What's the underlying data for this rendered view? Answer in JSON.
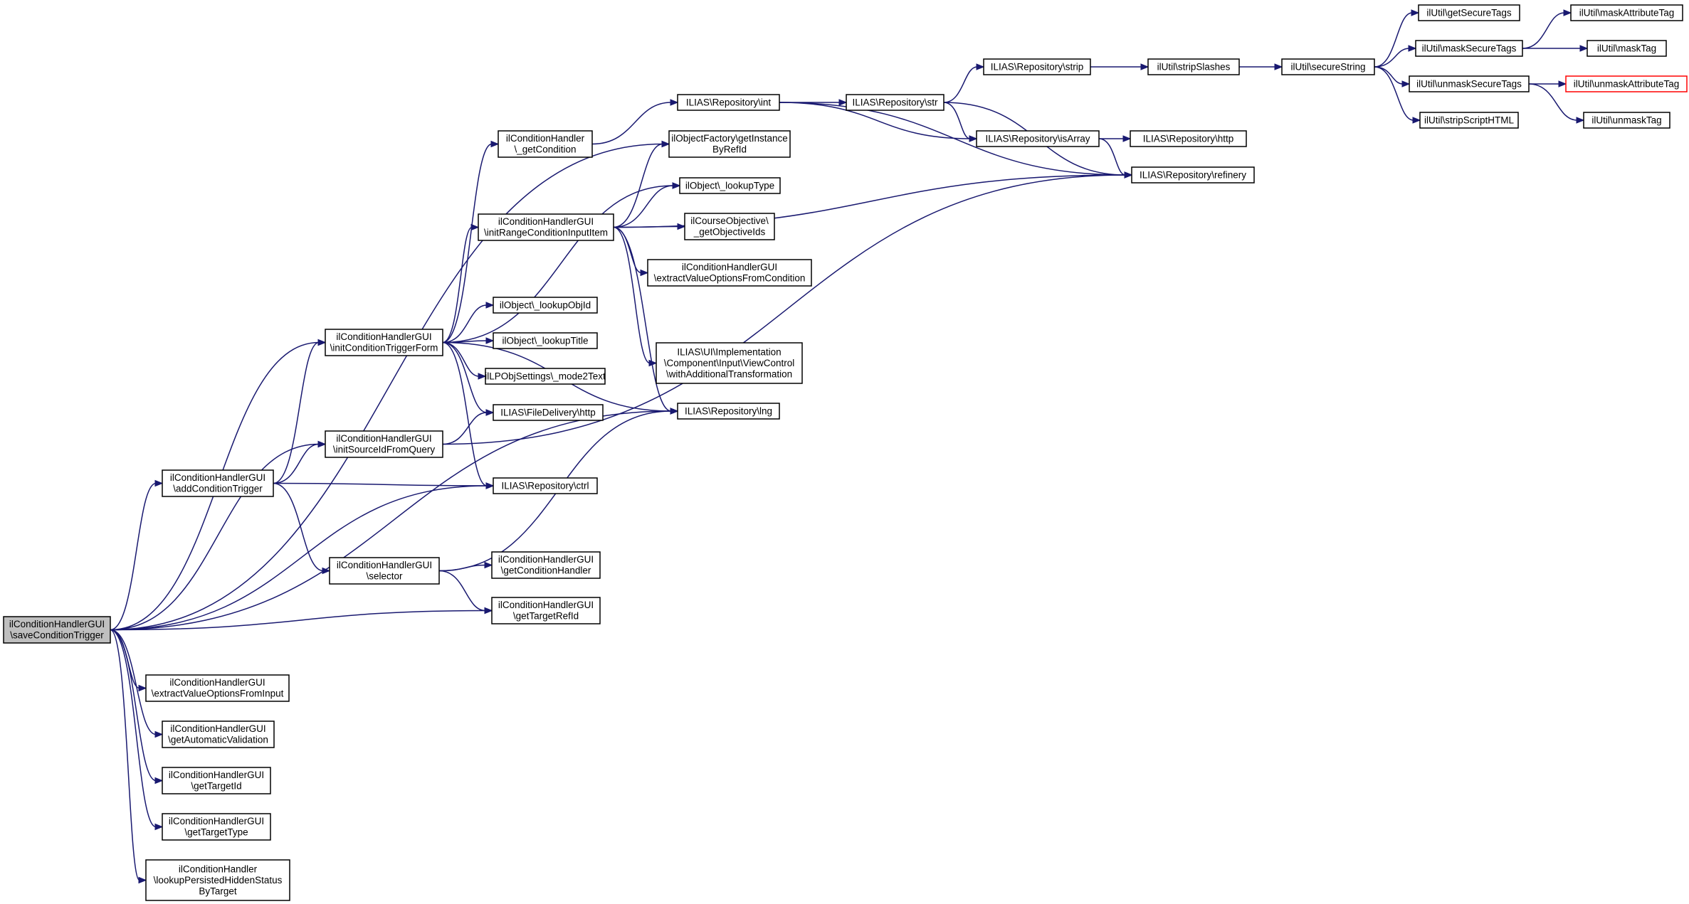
{
  "colors": {
    "edge": "#191970",
    "node_border": "#000000",
    "root_fill": "#bfbfbf",
    "truncated_border": "#ff0000",
    "background": "#ffffff"
  },
  "nodes": [
    {
      "id": "root",
      "lines": [
        "ilConditionHandlerGUI",
        "\\saveConditionTrigger"
      ],
      "style": "root"
    },
    {
      "id": "initForm",
      "lines": [
        "ilConditionHandlerGUI",
        "\\initConditionTriggerForm"
      ]
    },
    {
      "id": "initSource",
      "lines": [
        "ilConditionHandlerGUI",
        "\\initSourceIdFromQuery"
      ]
    },
    {
      "id": "addTrigger",
      "lines": [
        "ilConditionHandlerGUI",
        "\\addConditionTrigger"
      ]
    },
    {
      "id": "selector",
      "lines": [
        "ilConditionHandlerGUI",
        "\\selector"
      ]
    },
    {
      "id": "extractInput",
      "lines": [
        "ilConditionHandlerGUI",
        "\\extractValueOptionsFromInput"
      ]
    },
    {
      "id": "autoVal",
      "lines": [
        "ilConditionHandlerGUI",
        "\\getAutomaticValidation"
      ]
    },
    {
      "id": "targetId",
      "lines": [
        "ilConditionHandlerGUI",
        "\\getTargetId"
      ]
    },
    {
      "id": "targetType",
      "lines": [
        "ilConditionHandlerGUI",
        "\\getTargetType"
      ]
    },
    {
      "id": "lookupHidden",
      "lines": [
        "ilConditionHandler",
        "\\lookupPersistedHiddenStatus",
        "ByTarget"
      ]
    },
    {
      "id": "getCond",
      "lines": [
        "ilConditionHandler",
        "\\_getCondition"
      ]
    },
    {
      "id": "initRange",
      "lines": [
        "ilConditionHandlerGUI",
        "\\initRangeConditionInputItem"
      ]
    },
    {
      "id": "lookupObjId",
      "lines": [
        "ilObject\\_lookupObjId"
      ]
    },
    {
      "id": "lookupTitle",
      "lines": [
        "ilObject\\_lookupTitle"
      ]
    },
    {
      "id": "mode2Text",
      "lines": [
        "ilLPObjSettings\\_mode2Text"
      ]
    },
    {
      "id": "fdHttp",
      "lines": [
        "ILIAS\\FileDelivery\\http"
      ]
    },
    {
      "id": "ctrl",
      "lines": [
        "ILIAS\\Repository\\ctrl"
      ]
    },
    {
      "id": "getCondHandler",
      "lines": [
        "ilConditionHandlerGUI",
        "\\getConditionHandler"
      ]
    },
    {
      "id": "getTargetRefId",
      "lines": [
        "ilConditionHandlerGUI",
        "\\getTargetRefId"
      ]
    },
    {
      "id": "repoInt",
      "lines": [
        "ILIAS\\Repository\\int"
      ]
    },
    {
      "id": "getInstance",
      "lines": [
        "ilObjectFactory\\getInstance",
        "ByRefId"
      ]
    },
    {
      "id": "lookupType",
      "lines": [
        "ilObject\\_lookupType"
      ]
    },
    {
      "id": "objIds",
      "lines": [
        "ilCourseObjective\\",
        "_getObjectiveIds"
      ]
    },
    {
      "id": "extractCond",
      "lines": [
        "ilConditionHandlerGUI",
        "\\extractValueOptionsFromCondition"
      ]
    },
    {
      "id": "uiImpl",
      "lines": [
        "ILIAS\\UI\\Implementation",
        "\\Component\\Input\\ViewControl",
        "\\withAdditionalTransformation"
      ]
    },
    {
      "id": "lng",
      "lines": [
        "ILIAS\\Repository\\lng"
      ]
    },
    {
      "id": "repoStr",
      "lines": [
        "ILIAS\\Repository\\str"
      ]
    },
    {
      "id": "repoStrip",
      "lines": [
        "ILIAS\\Repository\\strip"
      ]
    },
    {
      "id": "isArray",
      "lines": [
        "ILIAS\\Repository\\isArray"
      ]
    },
    {
      "id": "stripSlashes",
      "lines": [
        "ilUtil\\stripSlashes"
      ]
    },
    {
      "id": "repoHttp",
      "lines": [
        "ILIAS\\Repository\\http"
      ]
    },
    {
      "id": "refinery",
      "lines": [
        "ILIAS\\Repository\\refinery"
      ]
    },
    {
      "id": "secureString",
      "lines": [
        "ilUtil\\secureString"
      ]
    },
    {
      "id": "getSecureTags",
      "lines": [
        "ilUtil\\getSecureTags"
      ]
    },
    {
      "id": "maskSecureTags",
      "lines": [
        "ilUtil\\maskSecureTags"
      ]
    },
    {
      "id": "unmaskSecureTags",
      "lines": [
        "ilUtil\\unmaskSecureTags"
      ]
    },
    {
      "id": "stripScript",
      "lines": [
        "ilUtil\\stripScriptHTML"
      ]
    },
    {
      "id": "maskAttr",
      "lines": [
        "ilUtil\\maskAttributeTag"
      ]
    },
    {
      "id": "maskTag",
      "lines": [
        "ilUtil\\maskTag"
      ]
    },
    {
      "id": "unmaskAttr",
      "lines": [
        "ilUtil\\unmaskAttributeTag"
      ],
      "style": "truncated"
    },
    {
      "id": "unmaskTag",
      "lines": [
        "ilUtil\\unmaskTag"
      ]
    }
  ],
  "edges": [
    [
      "root",
      "getInstance"
    ],
    [
      "root",
      "initForm"
    ],
    [
      "root",
      "initSource"
    ],
    [
      "root",
      "addTrigger"
    ],
    [
      "root",
      "ctrl"
    ],
    [
      "root",
      "getTargetRefId"
    ],
    [
      "root",
      "lng"
    ],
    [
      "root",
      "extractInput"
    ],
    [
      "root",
      "autoVal"
    ],
    [
      "root",
      "targetId"
    ],
    [
      "root",
      "targetType"
    ],
    [
      "root",
      "lookupHidden"
    ],
    [
      "initForm",
      "getCond"
    ],
    [
      "initForm",
      "lookupType"
    ],
    [
      "initForm",
      "initRange"
    ],
    [
      "initForm",
      "lng"
    ],
    [
      "initForm",
      "lookupObjId"
    ],
    [
      "initForm",
      "lookupTitle"
    ],
    [
      "initForm",
      "mode2Text"
    ],
    [
      "initForm",
      "fdHttp"
    ],
    [
      "initForm",
      "ctrl"
    ],
    [
      "initSource",
      "fdHttp"
    ],
    [
      "initSource",
      "refinery"
    ],
    [
      "addTrigger",
      "initForm"
    ],
    [
      "addTrigger",
      "initSource"
    ],
    [
      "addTrigger",
      "ctrl"
    ],
    [
      "addTrigger",
      "selector"
    ],
    [
      "selector",
      "lng"
    ],
    [
      "selector",
      "getCondHandler"
    ],
    [
      "selector",
      "getTargetRefId"
    ],
    [
      "getCond",
      "repoInt"
    ],
    [
      "initRange",
      "getInstance"
    ],
    [
      "initRange",
      "lookupType"
    ],
    [
      "initRange",
      "objIds"
    ],
    [
      "initRange",
      "extractCond"
    ],
    [
      "initRange",
      "uiImpl"
    ],
    [
      "initRange",
      "lng"
    ],
    [
      "initRange",
      "refinery"
    ],
    [
      "repoInt",
      "repoStr"
    ],
    [
      "repoInt",
      "isArray"
    ],
    [
      "repoInt",
      "refinery"
    ],
    [
      "repoStr",
      "repoStrip"
    ],
    [
      "repoStr",
      "isArray"
    ],
    [
      "repoStr",
      "refinery"
    ],
    [
      "repoStrip",
      "stripSlashes"
    ],
    [
      "stripSlashes",
      "secureString"
    ],
    [
      "isArray",
      "repoHttp"
    ],
    [
      "isArray",
      "refinery"
    ],
    [
      "secureString",
      "getSecureTags"
    ],
    [
      "secureString",
      "maskSecureTags"
    ],
    [
      "secureString",
      "unmaskSecureTags"
    ],
    [
      "secureString",
      "stripScript"
    ],
    [
      "maskSecureTags",
      "maskAttr"
    ],
    [
      "maskSecureTags",
      "maskTag"
    ],
    [
      "unmaskSecureTags",
      "unmaskAttr"
    ],
    [
      "unmaskSecureTags",
      "unmaskTag"
    ]
  ]
}
